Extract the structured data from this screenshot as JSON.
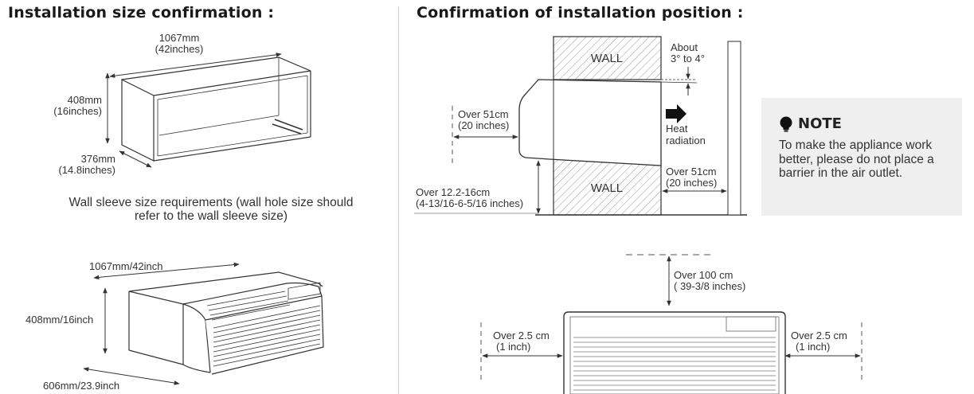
{
  "headings": {
    "left": "Installation size confirmation :",
    "right": "Confirmation of installation position :"
  },
  "sleeve": {
    "width_mm": "1067mm",
    "width_in": "(42inches)",
    "height_mm": "408mm",
    "height_in": "(16inches)",
    "depth_mm": "376mm",
    "depth_in": "(14.8inches)",
    "caption": "Wall sleeve size requirements (wall hole size should refer to the wall sleeve size)"
  },
  "unit": {
    "width": "1067mm/42inch",
    "height": "408mm/16inch",
    "depth": "606mm/23.9inch"
  },
  "side_view": {
    "wall_top": "WALL",
    "wall_bottom": "WALL",
    "tilt_line1": "About",
    "tilt_line2": "3° to 4°",
    "front_cm": "Over 51cm",
    "front_in": "(20 inches)",
    "heat_line1": "Heat",
    "heat_line2": "radiation",
    "back_cm": "Over 51cm",
    "back_in": "(20 inches)",
    "floor_cm": "Over 12.2-16cm",
    "floor_in": "(4-13/16-6-5/16 inches)"
  },
  "front_view": {
    "top_cm": "Over 100 cm",
    "top_in": "( 39-3/8 inches)",
    "left_cm": "Over 2.5 cm",
    "left_in": "(1 inch)",
    "right_cm": "Over 2.5  cm",
    "right_in": "(1 inch)"
  },
  "note": {
    "title": "NOTE",
    "text": "To make the appliance work better, please do not place a barrier in the air outlet."
  }
}
